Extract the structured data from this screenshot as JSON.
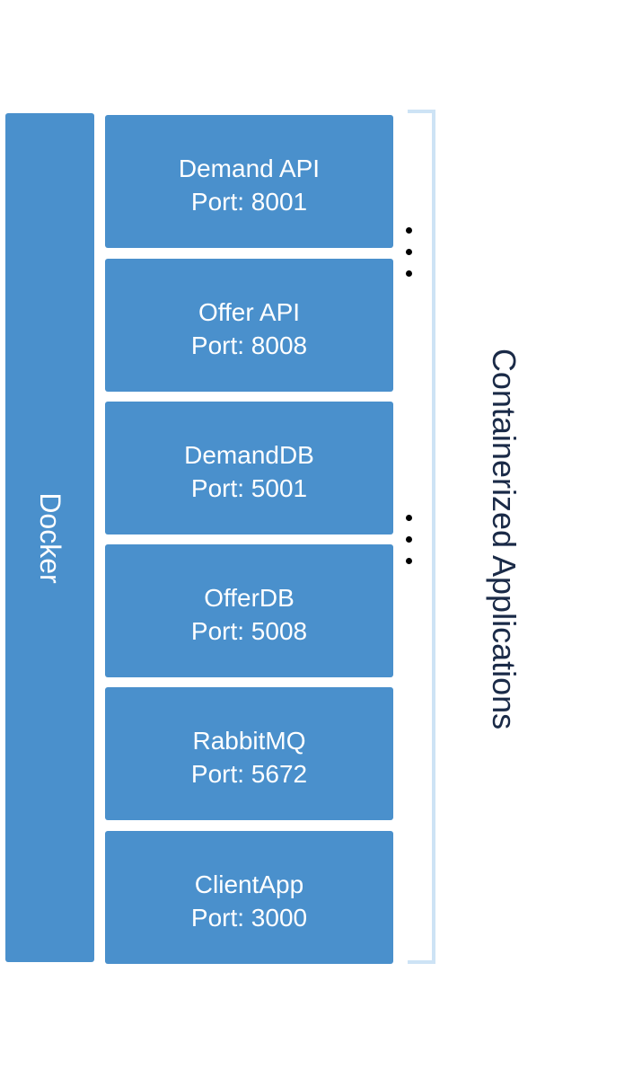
{
  "docker": {
    "label": "Docker"
  },
  "side_label": "Containerized Applications",
  "containers": [
    {
      "name": "Demand API",
      "port": "Port: 8001"
    },
    {
      "name": "Offer API",
      "port": "Port: 8008"
    },
    {
      "name": "DemandDB",
      "port": "Port: 5001"
    },
    {
      "name": "OfferDB",
      "port": "Port: 5008"
    },
    {
      "name": "RabbitMQ",
      "port": "Port: 5672"
    },
    {
      "name": "ClientApp",
      "port": "Port: 3000"
    }
  ],
  "colors": {
    "box_fill": "#4a90cc",
    "bracket": "#cde3f5",
    "side_label_text": "#1a2a47"
  }
}
